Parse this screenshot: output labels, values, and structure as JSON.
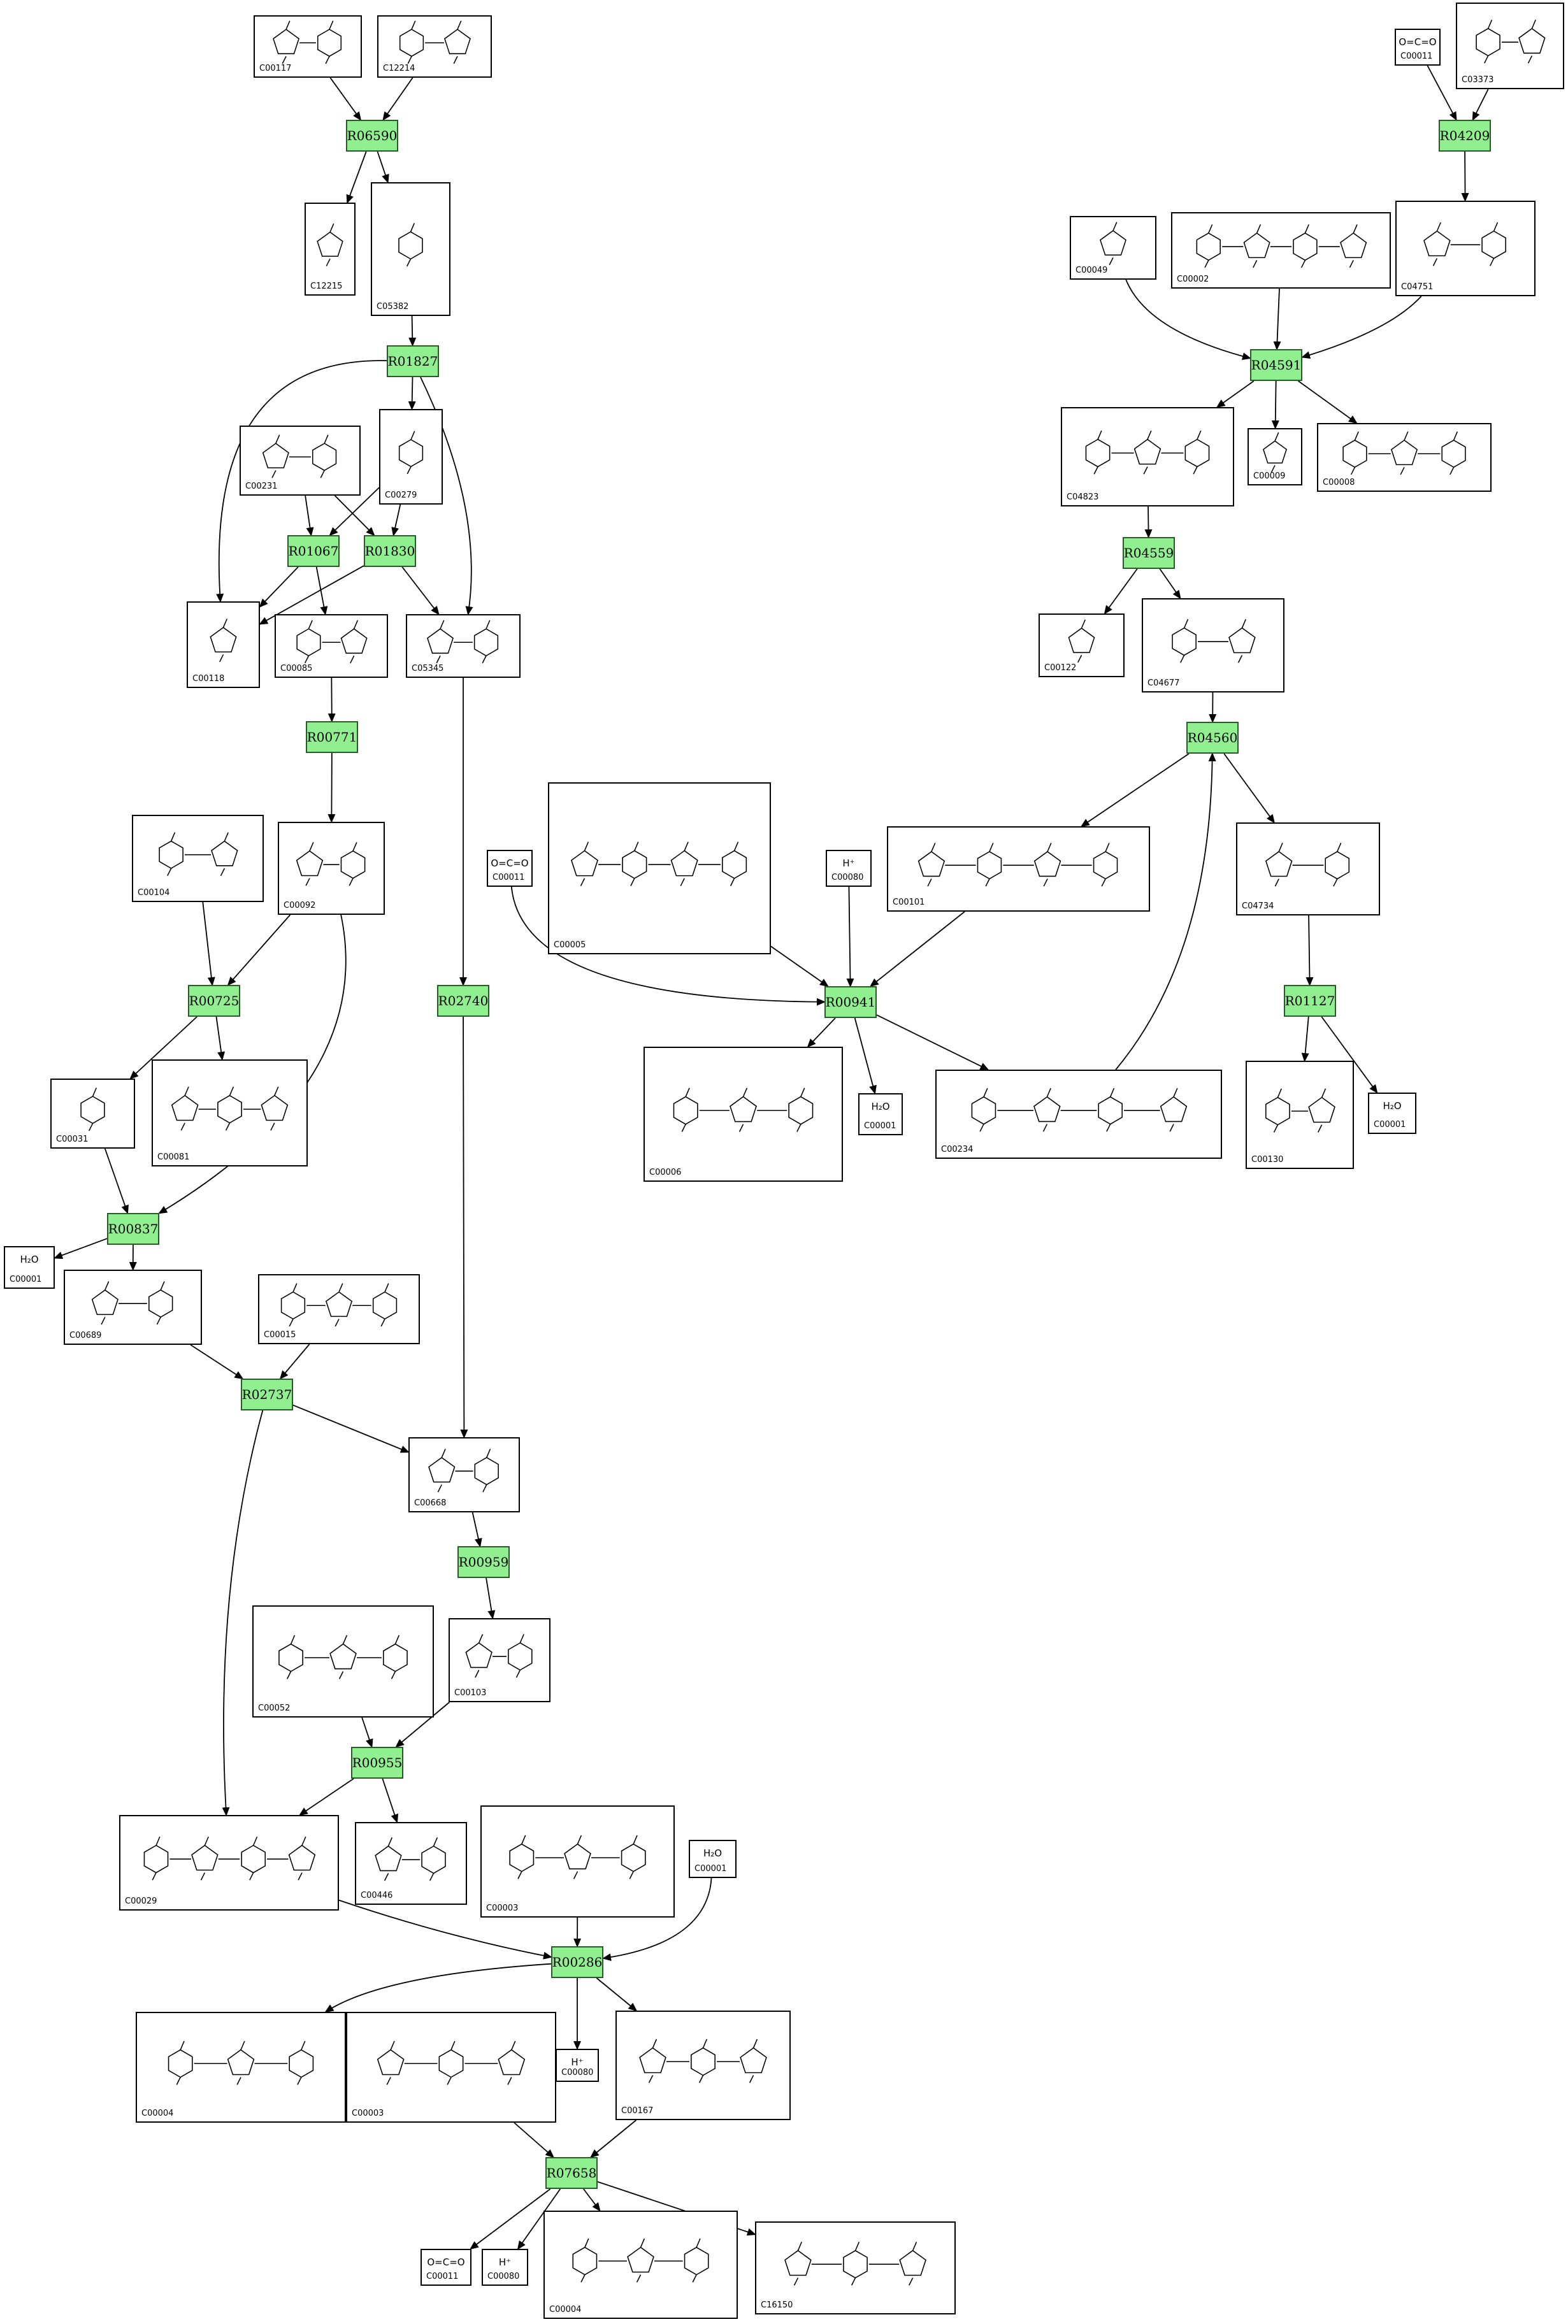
{
  "colors": {
    "reaction_fill": "#90f090",
    "reaction_border": "#2a5a2a",
    "edge": "#000000"
  },
  "formulas": {
    "water": "H₂O",
    "proton": "H⁺",
    "co2": "O=C=O"
  },
  "compounds": [
    {
      "id": "c1",
      "label": "C00117",
      "kind": "mol"
    },
    {
      "id": "c2",
      "label": "C12214",
      "kind": "mol"
    },
    {
      "id": "c3",
      "label": "C12215",
      "kind": "mol"
    },
    {
      "id": "c4",
      "label": "C05382",
      "kind": "mol"
    },
    {
      "id": "c5",
      "label": "C00231",
      "kind": "mol"
    },
    {
      "id": "c6",
      "label": "C00279",
      "kind": "mol"
    },
    {
      "id": "c7",
      "label": "C00118",
      "kind": "mol"
    },
    {
      "id": "c8",
      "label": "C00085",
      "kind": "mol"
    },
    {
      "id": "c9",
      "label": "C05345",
      "kind": "mol"
    },
    {
      "id": "c10",
      "label": "C00104",
      "kind": "mol"
    },
    {
      "id": "c11",
      "label": "C00092",
      "kind": "mol"
    },
    {
      "id": "c12",
      "label": "C00031",
      "kind": "mol"
    },
    {
      "id": "c13",
      "label": "C00081",
      "kind": "mol"
    },
    {
      "id": "c14",
      "label": "C00001",
      "kind": "water"
    },
    {
      "id": "c15",
      "label": "C00689",
      "kind": "mol"
    },
    {
      "id": "c16",
      "label": "C00015",
      "kind": "mol"
    },
    {
      "id": "c17",
      "label": "C00668",
      "kind": "mol"
    },
    {
      "id": "c18",
      "label": "C00052",
      "kind": "mol"
    },
    {
      "id": "c19",
      "label": "C00103",
      "kind": "mol"
    },
    {
      "id": "c20",
      "label": "C00029",
      "kind": "mol"
    },
    {
      "id": "c21",
      "label": "C00446",
      "kind": "mol"
    },
    {
      "id": "c22",
      "label": "C00003",
      "kind": "mol"
    },
    {
      "id": "c23",
      "label": "C00001",
      "kind": "water"
    },
    {
      "id": "c24",
      "label": "C00004",
      "kind": "mol"
    },
    {
      "id": "c25",
      "label": "C00003",
      "kind": "mol"
    },
    {
      "id": "c26",
      "label": "C00080",
      "kind": "proton"
    },
    {
      "id": "c27",
      "label": "C00167",
      "kind": "mol"
    },
    {
      "id": "c28",
      "label": "C00011",
      "kind": "co2"
    },
    {
      "id": "c29",
      "label": "C00080",
      "kind": "proton"
    },
    {
      "id": "c30",
      "label": "C00004",
      "kind": "mol"
    },
    {
      "id": "c31",
      "label": "C16150",
      "kind": "mol"
    },
    {
      "id": "c32",
      "label": "C00011",
      "kind": "co2"
    },
    {
      "id": "c33",
      "label": "C00005",
      "kind": "mol"
    },
    {
      "id": "c34",
      "label": "C00080",
      "kind": "proton"
    },
    {
      "id": "c35",
      "label": "C00101",
      "kind": "mol"
    },
    {
      "id": "c36",
      "label": "C00006",
      "kind": "mol"
    },
    {
      "id": "c37",
      "label": "C00001",
      "kind": "water"
    },
    {
      "id": "c38",
      "label": "C00234",
      "kind": "mol"
    },
    {
      "id": "c39",
      "label": "C00011",
      "kind": "co2"
    },
    {
      "id": "c40",
      "label": "C03373",
      "kind": "mol"
    },
    {
      "id": "c41",
      "label": "C00049",
      "kind": "mol"
    },
    {
      "id": "c42",
      "label": "C00002",
      "kind": "mol"
    },
    {
      "id": "c43",
      "label": "C04751",
      "kind": "mol"
    },
    {
      "id": "c44",
      "label": "C04823",
      "kind": "mol"
    },
    {
      "id": "c45",
      "label": "C00009",
      "kind": "mol"
    },
    {
      "id": "c46",
      "label": "C00008",
      "kind": "mol"
    },
    {
      "id": "c47",
      "label": "C00122",
      "kind": "mol"
    },
    {
      "id": "c48",
      "label": "C04677",
      "kind": "mol"
    },
    {
      "id": "c49",
      "label": "C04734",
      "kind": "mol"
    },
    {
      "id": "c50",
      "label": "C00130",
      "kind": "mol"
    },
    {
      "id": "c51",
      "label": "C00001",
      "kind": "water"
    }
  ],
  "reactions": [
    {
      "id": "r1",
      "label": "R06590"
    },
    {
      "id": "r2",
      "label": "R01827"
    },
    {
      "id": "r3",
      "label": "R01067"
    },
    {
      "id": "r4",
      "label": "R01830"
    },
    {
      "id": "r5",
      "label": "R00771"
    },
    {
      "id": "r6",
      "label": "R00725"
    },
    {
      "id": "r7",
      "label": "R02740"
    },
    {
      "id": "r8",
      "label": "R00837"
    },
    {
      "id": "r9",
      "label": "R02737"
    },
    {
      "id": "r10",
      "label": "R00959"
    },
    {
      "id": "r11",
      "label": "R00955"
    },
    {
      "id": "r12",
      "label": "R00286"
    },
    {
      "id": "r13",
      "label": "R07658"
    },
    {
      "id": "r14",
      "label": "R00941"
    },
    {
      "id": "r15",
      "label": "R04209"
    },
    {
      "id": "r16",
      "label": "R04591"
    },
    {
      "id": "r17",
      "label": "R04559"
    },
    {
      "id": "r18",
      "label": "R04560"
    },
    {
      "id": "r19",
      "label": "R01127"
    }
  ],
  "edges": [
    [
      "c1",
      "r1"
    ],
    [
      "c2",
      "r1"
    ],
    [
      "r1",
      "c3"
    ],
    [
      "r1",
      "c4"
    ],
    [
      "c4",
      "r2"
    ],
    [
      "r2",
      "c6"
    ],
    [
      "r2",
      "c9"
    ],
    [
      "r2",
      "c7"
    ],
    [
      "c5",
      "r3"
    ],
    [
      "c6",
      "r3"
    ],
    [
      "r3",
      "c8"
    ],
    [
      "r3",
      "c7"
    ],
    [
      "c5",
      "r4"
    ],
    [
      "c6",
      "r4"
    ],
    [
      "r4",
      "c9"
    ],
    [
      "r4",
      "c7"
    ],
    [
      "c8",
      "r5"
    ],
    [
      "r5",
      "c11"
    ],
    [
      "c10",
      "r6"
    ],
    [
      "c11",
      "r6"
    ],
    [
      "r6",
      "c12"
    ],
    [
      "r6",
      "c13"
    ],
    [
      "c9",
      "r7"
    ],
    [
      "r7",
      "c17"
    ],
    [
      "c12",
      "r8"
    ],
    [
      "c11",
      "r8"
    ],
    [
      "r8",
      "c14"
    ],
    [
      "r8",
      "c15"
    ],
    [
      "c15",
      "r9"
    ],
    [
      "c16",
      "r9"
    ],
    [
      "r9",
      "c17"
    ],
    [
      "r9",
      "c20"
    ],
    [
      "c17",
      "r10"
    ],
    [
      "r10",
      "c19"
    ],
    [
      "c18",
      "r11"
    ],
    [
      "c19",
      "r11"
    ],
    [
      "r11",
      "c20"
    ],
    [
      "r11",
      "c21"
    ],
    [
      "c20",
      "r12"
    ],
    [
      "c22",
      "r12"
    ],
    [
      "c23",
      "r12"
    ],
    [
      "r12",
      "c24"
    ],
    [
      "r12",
      "c26"
    ],
    [
      "r12",
      "c27"
    ],
    [
      "c25",
      "r13"
    ],
    [
      "c27",
      "r13"
    ],
    [
      "r13",
      "c28"
    ],
    [
      "r13",
      "c29"
    ],
    [
      "r13",
      "c30"
    ],
    [
      "r13",
      "c31"
    ],
    [
      "c32",
      "r14"
    ],
    [
      "c33",
      "r14"
    ],
    [
      "c34",
      "r14"
    ],
    [
      "c35",
      "r14"
    ],
    [
      "r14",
      "c36"
    ],
    [
      "r14",
      "c37"
    ],
    [
      "r14",
      "c38"
    ],
    [
      "c38",
      "r18"
    ],
    [
      "c39",
      "r15"
    ],
    [
      "c40",
      "r15"
    ],
    [
      "r15",
      "c43"
    ],
    [
      "c41",
      "r16"
    ],
    [
      "c42",
      "r16"
    ],
    [
      "c43",
      "r16"
    ],
    [
      "r16",
      "c44"
    ],
    [
      "r16",
      "c45"
    ],
    [
      "r16",
      "c46"
    ],
    [
      "c44",
      "r17"
    ],
    [
      "r17",
      "c47"
    ],
    [
      "r17",
      "c48"
    ],
    [
      "c48",
      "r18"
    ],
    [
      "r18",
      "c35"
    ],
    [
      "r18",
      "c49"
    ],
    [
      "c49",
      "r19"
    ],
    [
      "r19",
      "c50"
    ],
    [
      "r19",
      "c51"
    ]
  ]
}
